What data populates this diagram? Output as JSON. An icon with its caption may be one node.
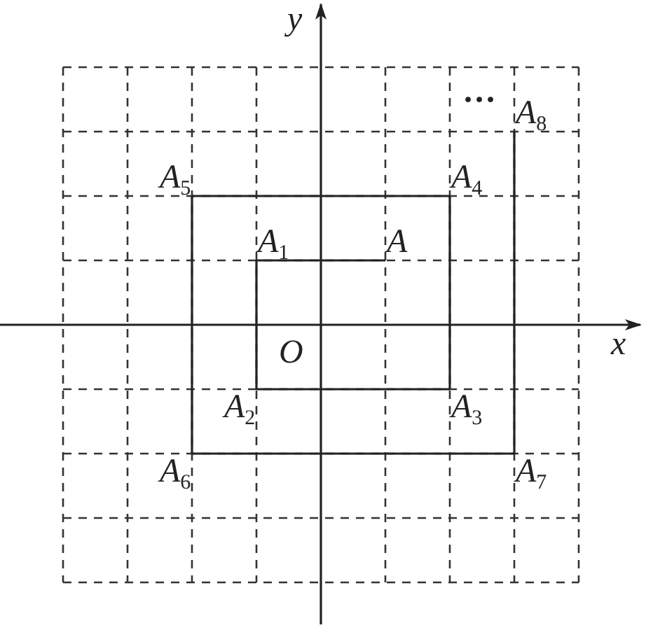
{
  "diagram": {
    "nodes": [
      {
        "text": [
          "A"
        ]
      },
      {
        "text": [
          "A$_{1}$"
        ]
      },
      {
        "text": [
          "A$_{2}$"
        ]
      },
      {
        "text": [
          "A$_{3}$"
        ]
      },
      {
        "text": [
          "A$_{4}$"
        ]
      },
      {
        "text": [
          "A$_{5}$"
        ]
      },
      {
        "text": [
          "A$_{6}$"
        ]
      },
      {
        "text": [
          "A$_{7}$"
        ]
      },
      {
        "text": [
          "A$_{8}$"
        ]
      }
    ],
    "edges": [
      {
        "from": 0,
        "to": 1,
        "arrow": "none"
      },
      {
        "from": 1,
        "to": 2,
        "arrow": "none"
      },
      {
        "from": 2,
        "to": 3,
        "arrow": "none"
      },
      {
        "from": 3,
        "to": 4,
        "arrow": "none"
      },
      {
        "from": 4,
        "to": 5,
        "arrow": "none"
      },
      {
        "from": 5,
        "to": 6,
        "arrow": "none"
      },
      {
        "from": 6,
        "to": 7,
        "arrow": "none"
      },
      {
        "from": 7,
        "to": 8,
        "arrow": "none"
      }
    ],
    "labels": [
      "y",
      "···",
      "x",
      "O"
    ]
  }
}
